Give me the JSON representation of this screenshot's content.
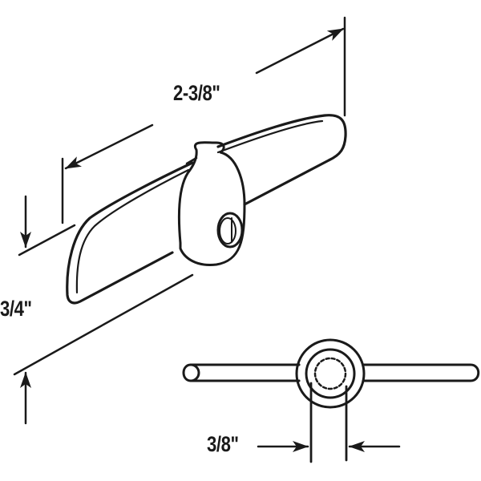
{
  "diagram": {
    "subject": "T-handle window crank",
    "views": [
      "perspective-view",
      "top-view"
    ],
    "dimensions": {
      "length": {
        "label": "2-3/8\"",
        "meaning": "overall handle length"
      },
      "height": {
        "label": "3/4\"",
        "meaning": "handle height"
      },
      "bore": {
        "label": "3/8\"",
        "meaning": "splined bore diameter"
      }
    },
    "colors": {
      "line": "#1a1a1a",
      "background": "#ffffff"
    }
  }
}
